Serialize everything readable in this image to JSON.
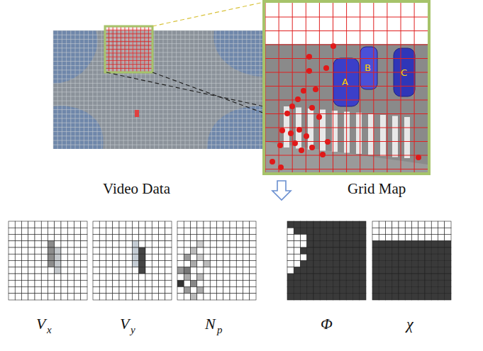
{
  "diagram": {
    "labels": [
      "A",
      "B",
      "C",
      "Video Data",
      "Grid Map",
      "V",
      "x",
      "V",
      "y",
      "N",
      "p",
      "Φ",
      "χ"
    ]
  }
}
